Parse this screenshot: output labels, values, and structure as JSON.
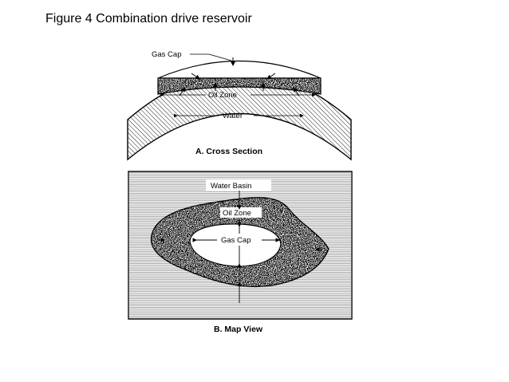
{
  "figure_title": "Figure 4 Combination drive reservoir",
  "cross_section": {
    "caption": "A. Cross Section",
    "labels": {
      "gas_cap": "Gas Cap",
      "oil_zone": "Oil Zone",
      "water": "Water"
    }
  },
  "map_view": {
    "caption": "B. Map View",
    "labels": {
      "water_basin": "Water Basin",
      "oil_zone": "Oil Zone",
      "gas_cap": "Gas Cap"
    }
  },
  "colors": {
    "ink": "#000000",
    "background": "#ffffff"
  }
}
